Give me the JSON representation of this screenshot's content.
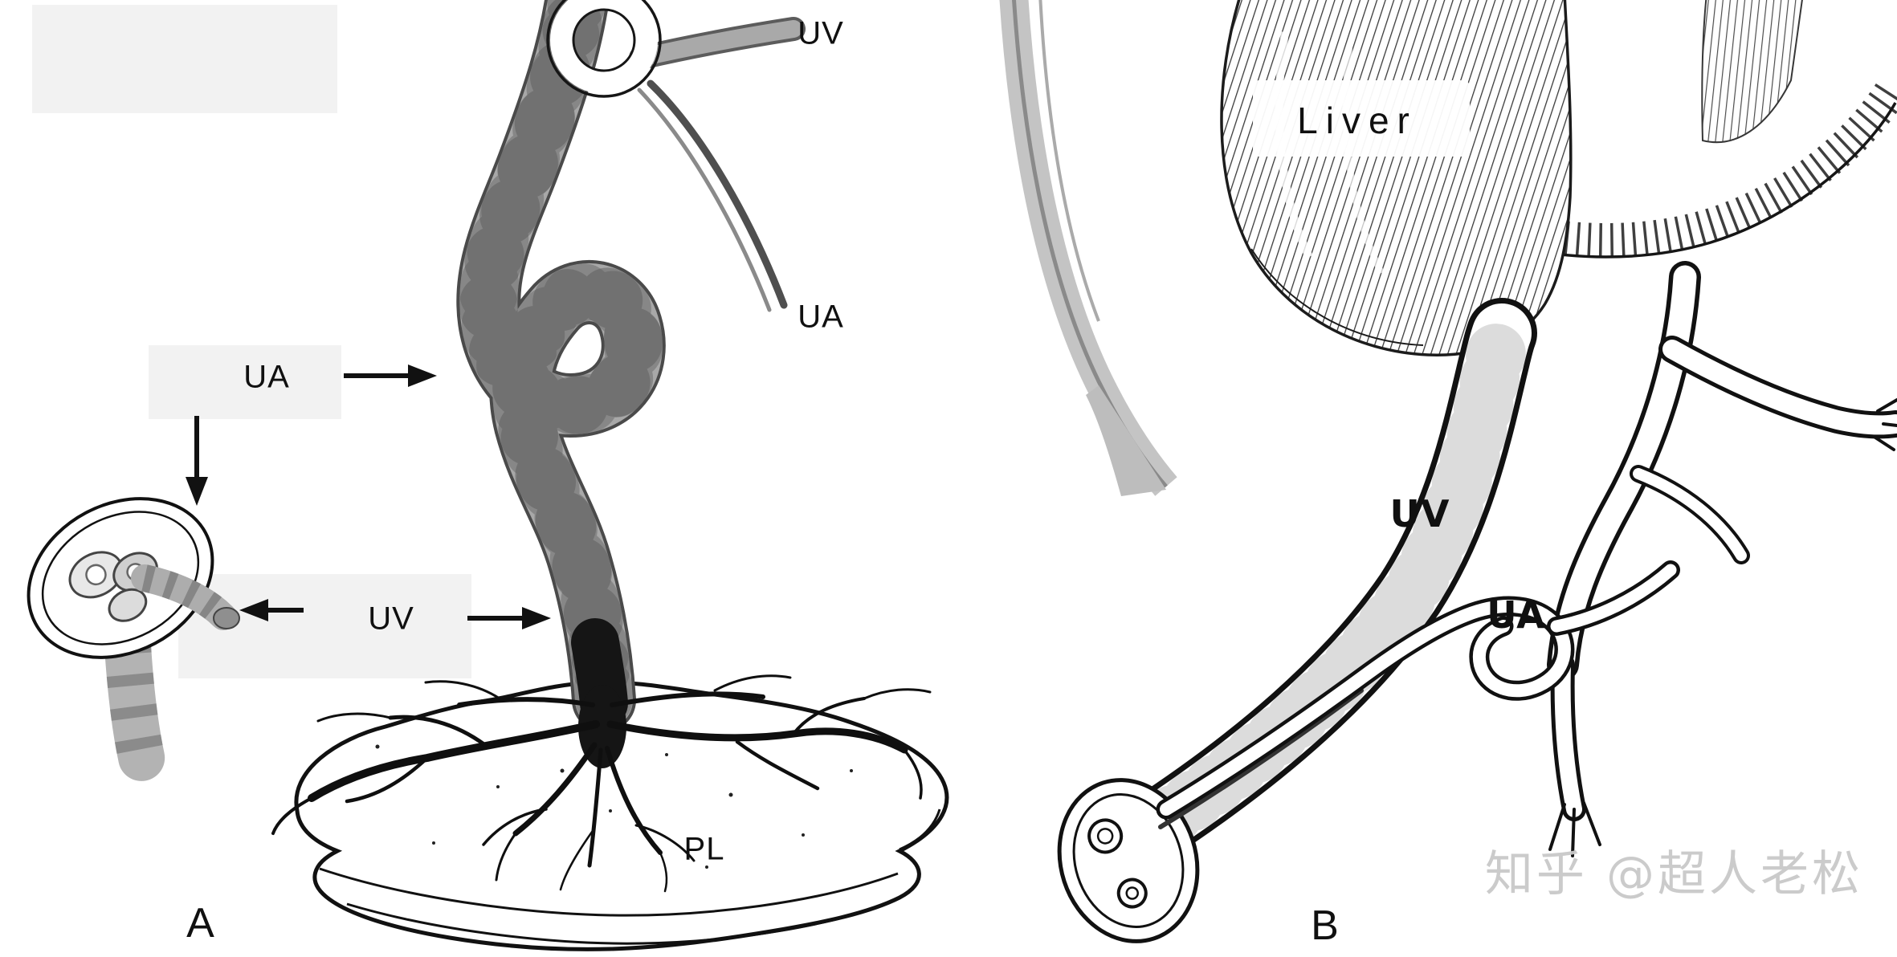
{
  "figure": {
    "panelA": {
      "panel_letter": "A",
      "uv_top": "UV",
      "ua_right": "UA",
      "ua_pointer": "UA",
      "uv_pointer": "UV",
      "pl": "PL"
    },
    "panelB": {
      "panel_letter": "B",
      "liver": "Liver",
      "uv": "UV",
      "ua": "UA"
    },
    "watermark": "知乎 @超人老松"
  }
}
